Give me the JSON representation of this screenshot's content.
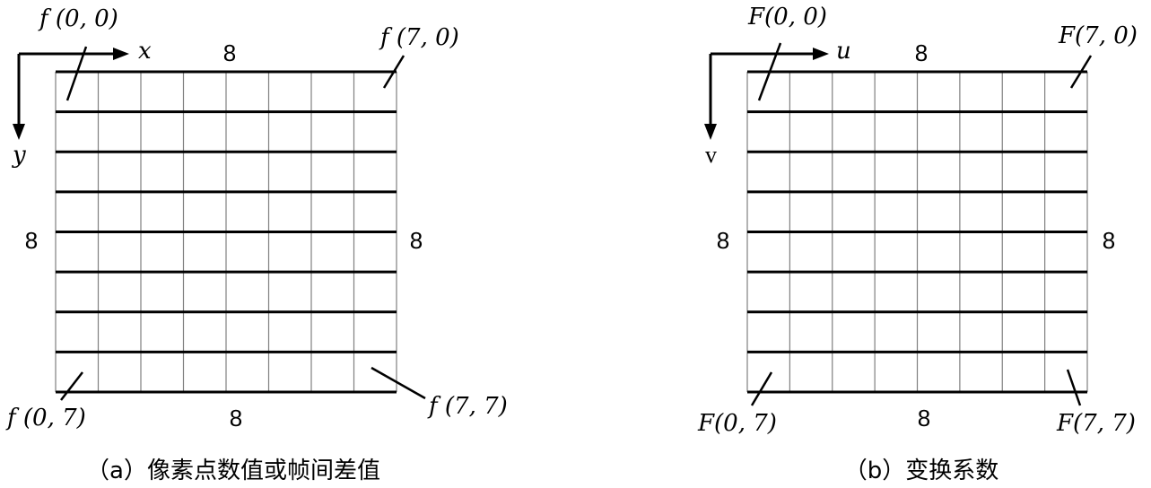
{
  "panel_a": {
    "corner_top_left": "f (0, 0)",
    "corner_top_right": "f (7, 0)",
    "corner_bottom_left": "f (0, 7)",
    "corner_bottom_right": "f (7, 7)",
    "axis_horizontal": "x",
    "axis_vertical": "y",
    "size_top": "8",
    "size_bottom": "8",
    "size_left": "8",
    "size_right": "8",
    "caption": "（a）像素点数值或帧间差值"
  },
  "panel_b": {
    "corner_top_left": "F(0, 0)",
    "corner_top_right": "F(7, 0)",
    "corner_bottom_left": "F(0, 7)",
    "corner_bottom_right": "F(7, 7)",
    "axis_horizontal": "u",
    "axis_vertical": "v",
    "size_top": "8",
    "size_bottom": "8",
    "size_left": "8",
    "size_right": "8",
    "caption": "（b）变换系数"
  },
  "grid": {
    "rows": 8,
    "cols": 8
  },
  "colors": {
    "line": "#000000",
    "thin_line": "#808080",
    "background": "#ffffff"
  }
}
